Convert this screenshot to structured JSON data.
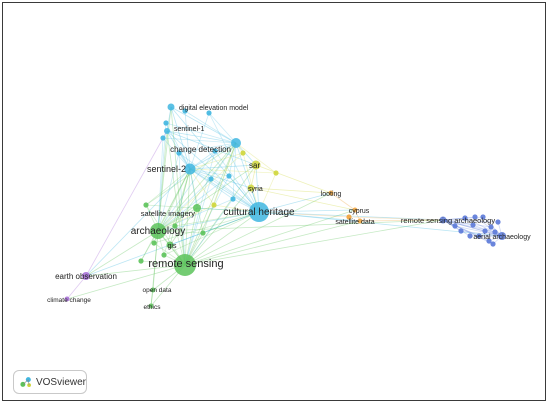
{
  "nodes": [
    {
      "id": "digital-elevation-model",
      "label": "digital elevation model",
      "cluster": "cyan"
    },
    {
      "id": "sentinel-1",
      "label": "sentinel-1",
      "cluster": "cyan"
    },
    {
      "id": "change-detection",
      "label": "change detection",
      "cluster": "cyan"
    },
    {
      "id": "sentinel-2",
      "label": "sentinel-2",
      "cluster": "cyan"
    },
    {
      "id": "sar",
      "label": "sar",
      "cluster": "yellow"
    },
    {
      "id": "syria",
      "label": "syria",
      "cluster": "yellow"
    },
    {
      "id": "satellite-imagery",
      "label": "satellite imagery",
      "cluster": "green"
    },
    {
      "id": "cultural-heritage",
      "label": "cultural heritage",
      "cluster": "cyan"
    },
    {
      "id": "archaeology",
      "label": "archaeology",
      "cluster": "green"
    },
    {
      "id": "gis",
      "label": "gis",
      "cluster": "green"
    },
    {
      "id": "remote-sensing",
      "label": "remote sensing",
      "cluster": "green"
    },
    {
      "id": "earth-observation",
      "label": "earth observation",
      "cluster": "purple"
    },
    {
      "id": "climate-change",
      "label": "climate change",
      "cluster": "purple"
    },
    {
      "id": "open-data",
      "label": "open data",
      "cluster": "green"
    },
    {
      "id": "ethics",
      "label": "ethics",
      "cluster": "green"
    },
    {
      "id": "looting",
      "label": "looting",
      "cluster": "orange"
    },
    {
      "id": "cyprus",
      "label": "cyprus",
      "cluster": "orange"
    },
    {
      "id": "satellite-data",
      "label": "satellite data",
      "cluster": "orange"
    },
    {
      "id": "remote-sensing-archaeology",
      "label": "remote sensing archaeology",
      "cluster": "blue"
    },
    {
      "id": "aerial-archaeology",
      "label": "aerial archaeology",
      "cluster": "blue"
    }
  ],
  "cluster_colors": {
    "cyan": "#3fb6e0",
    "green": "#5cc35a",
    "yellow": "#cfd63a",
    "orange": "#f0a23a",
    "purple": "#a56ad6",
    "blue": "#5b79d8"
  },
  "badge": {
    "label": "VOSviewer",
    "icon": "vosviewer-logo-icon"
  }
}
